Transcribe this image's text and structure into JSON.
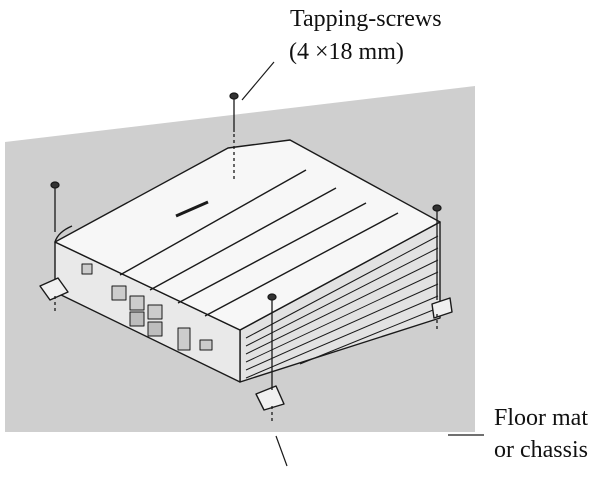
{
  "labels": {
    "screws_line1": "Tapping-screws",
    "screws_line2": "(4 ×18 mm)",
    "floor_line1": "Floor mat",
    "floor_line2": "or chassis"
  },
  "colors": {
    "mounting_surface": "#cfcfcf",
    "amp_top": "#f6f6f6",
    "amp_side": "#e4e4e4",
    "stroke": "#1a1a1a"
  },
  "icons": {
    "screw": "tapping-screw-icon",
    "connector": "rca-connector-icon"
  }
}
